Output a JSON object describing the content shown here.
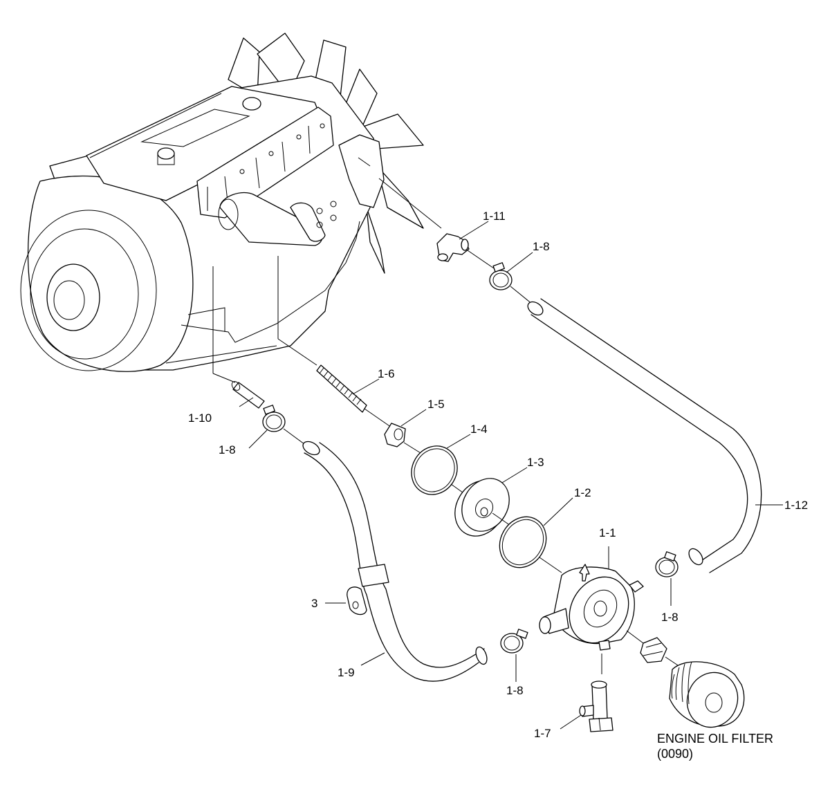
{
  "callouts": {
    "c1_11": "1-11",
    "c1_8_top": "1-8",
    "c1_6": "1-6",
    "c1_5": "1-5",
    "c1_10": "1-10",
    "c1_8_left": "1-8",
    "c1_4": "1-4",
    "c1_3": "1-3",
    "c1_2": "1-2",
    "c1_12": "1-12",
    "c1_1": "1-1",
    "c1_8_right": "1-8",
    "c3": "3",
    "c1_9": "1-9",
    "c1_8_bottom": "1-8",
    "c1_7": "1-7"
  },
  "filter_label": {
    "line1": "ENGINE OIL FILTER",
    "line2": "(0090)"
  }
}
